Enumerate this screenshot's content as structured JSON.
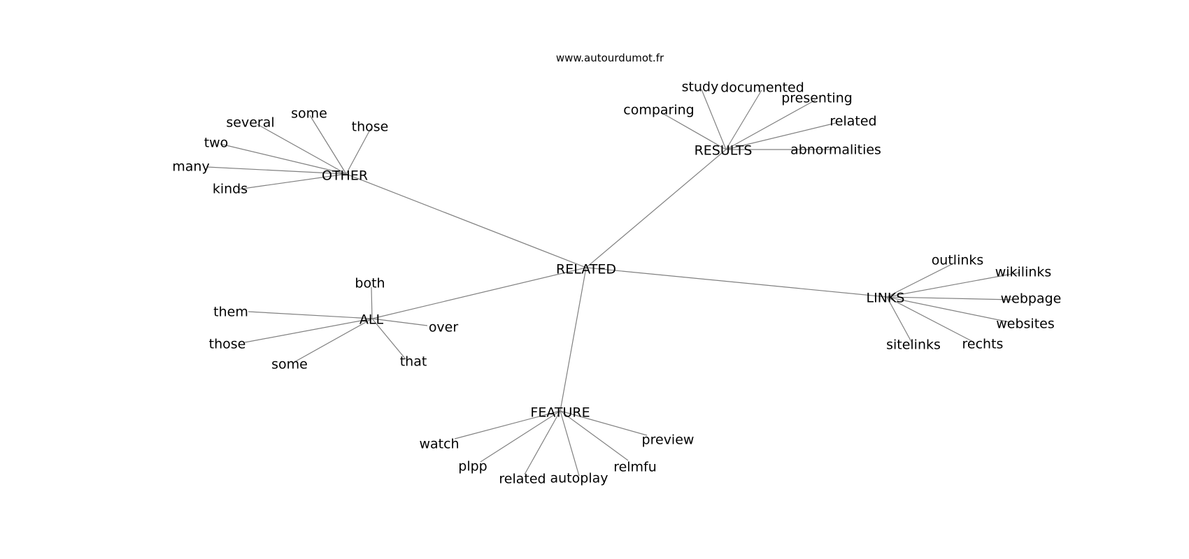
{
  "source_text": "www.autourdumot.fr",
  "edge_color": "#808080",
  "text_color": "#000000",
  "background": "#ffffff",
  "root": "RELATED",
  "groups": [
    {
      "id": "other",
      "label": "OTHER",
      "leaves": [
        {
          "id": "other-several",
          "label": "several"
        },
        {
          "id": "other-some",
          "label": "some"
        },
        {
          "id": "other-those",
          "label": "those"
        },
        {
          "id": "other-two",
          "label": "two"
        },
        {
          "id": "other-many",
          "label": "many"
        },
        {
          "id": "other-kinds",
          "label": "kinds"
        }
      ]
    },
    {
      "id": "results",
      "label": "RESULTS",
      "leaves": [
        {
          "id": "results-study",
          "label": "study"
        },
        {
          "id": "results-documented",
          "label": "documented"
        },
        {
          "id": "results-presenting",
          "label": "presenting"
        },
        {
          "id": "results-comparing",
          "label": "comparing"
        },
        {
          "id": "results-related",
          "label": "related"
        },
        {
          "id": "results-abnormalities",
          "label": "abnormalities"
        }
      ]
    },
    {
      "id": "all",
      "label": "ALL",
      "leaves": [
        {
          "id": "all-both",
          "label": "both"
        },
        {
          "id": "all-them",
          "label": "them"
        },
        {
          "id": "all-over",
          "label": "over"
        },
        {
          "id": "all-those",
          "label": "those"
        },
        {
          "id": "all-some",
          "label": "some"
        },
        {
          "id": "all-that",
          "label": "that"
        }
      ]
    },
    {
      "id": "links",
      "label": "LINKS",
      "leaves": [
        {
          "id": "links-outlinks",
          "label": "outlinks"
        },
        {
          "id": "links-wikilinks",
          "label": "wikilinks"
        },
        {
          "id": "links-webpage",
          "label": "webpage"
        },
        {
          "id": "links-websites",
          "label": "websites"
        },
        {
          "id": "links-sitelinks",
          "label": "sitelinks"
        },
        {
          "id": "links-rechts",
          "label": "rechts"
        }
      ]
    },
    {
      "id": "feature",
      "label": "FEATURE",
      "leaves": [
        {
          "id": "feature-watch",
          "label": "watch"
        },
        {
          "id": "feature-preview",
          "label": "preview"
        },
        {
          "id": "feature-plpp",
          "label": "plpp"
        },
        {
          "id": "feature-relmfu",
          "label": "relmfu"
        },
        {
          "id": "feature-related",
          "label": "related"
        },
        {
          "id": "feature-autoplay",
          "label": "autoplay"
        }
      ]
    }
  ]
}
